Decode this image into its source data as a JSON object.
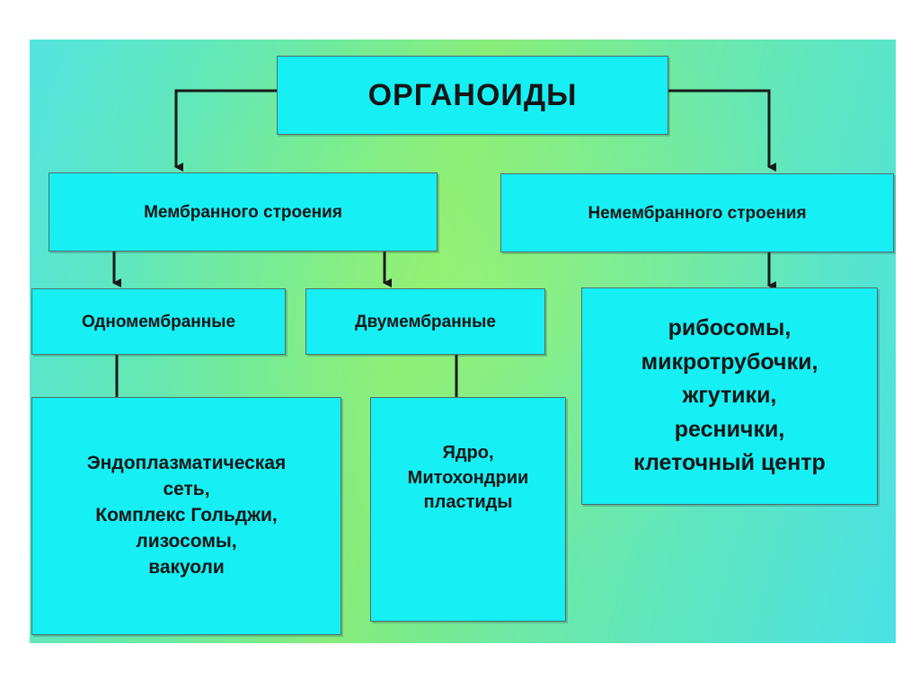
{
  "root": {
    "label": "ОРГАНОИДЫ"
  },
  "membrane": {
    "label": "Мембранного строения"
  },
  "non_membrane": {
    "label": "Немембранного строения",
    "items": [
      "рибосомы,",
      "микротрубочки,",
      "жгутики,",
      "реснички,",
      "клеточный центр"
    ]
  },
  "single_membrane": {
    "label": "Одномембранные",
    "items": [
      "Эндоплазматическая",
      "сеть,",
      "Комплекс Гольджи,",
      "лизосомы,",
      "вакуоли"
    ]
  },
  "double_membrane": {
    "label": "Двумембранные",
    "items": [
      "Ядро,",
      "Митохондрии",
      "пластиды"
    ]
  },
  "colors": {
    "box_fill": "#16f0f4",
    "background_green": "#86ec7a",
    "background_cyan": "#49e2e6",
    "connector": "#1a1a1a"
  }
}
